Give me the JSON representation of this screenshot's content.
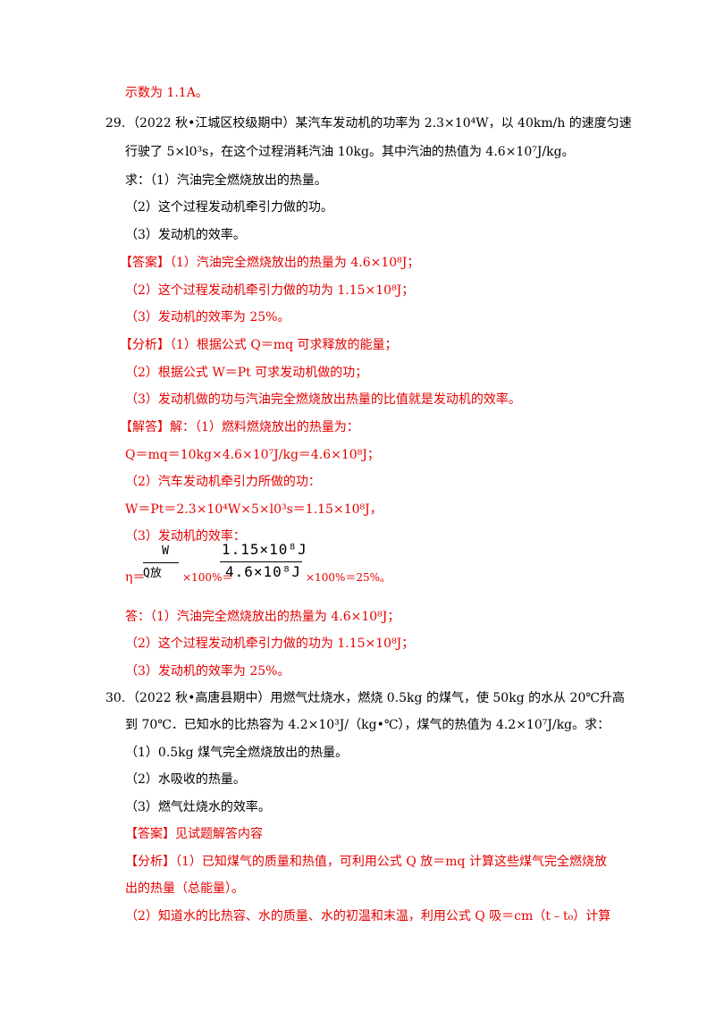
{
  "p1": {
    "text": "示数为 1.1A。"
  },
  "q29": {
    "num": "29.",
    "line1": "（2022 秋•江城区校级期中）某汽车发动机的功率为 2.3×10⁴W，以 40km/h 的速度匀速",
    "line2": "行驶了 5×l0³s，在这个过程消耗汽油 10kg。其中汽油的热值为 4.6×10⁷J/kg。",
    "ask": "求：（1）汽油完全燃烧放出的热量。",
    "ask2": "（2）这个过程发动机牵引力做的功。",
    "ask3": "（3）发动机的效率。"
  },
  "ans29": {
    "a1": "【答案】（1）汽油完全燃烧放出的热量为 4.6×10⁸J；",
    "a2": "（2）这个过程发动机牵引力做的功为 1.15×10⁸J；",
    "a3": "（3）发动机的效率为 25%。",
    "f1": "【分析】（1）根据公式 Q＝mq 可求释放的能量；",
    "f2": "（2）根据公式 W＝Pt 可求发动机做的功；",
    "f3": "（3）发动机做的功与汽油完全燃烧放出热量的比值就是发动机的效率。",
    "s1": "【解答】解：（1）燃料燃烧放出的热量为：",
    "s2": "Q＝mq＝10kg×4.6×10⁷J/kg＝4.6×10⁸J；",
    "s3": "（2）汽车发动机牵引力所做的功：",
    "s4": "W＝Pt＝2.3×10⁴W×5×l0³s＝1.15×10⁸J，",
    "s5": "（3）发动机的效率：",
    "eta_left": "η＝",
    "frac1_num": "W",
    "frac1_den": "Q放",
    "mid": "×100%＝",
    "frac2_num": "1.15×10⁸J",
    "frac2_den": "4.6×10⁸J",
    "end": "×100%＝25%。",
    "c1": "答：（1）汽油完全燃烧放出的热量为 4.6×10⁸J；",
    "c2": "（2）这个过程发动机牵引力做的功为 1.15×10⁸J；",
    "c3": "（3）发动机的效率为 25%。"
  },
  "q30": {
    "num": "30.",
    "line1": "（2022 秋•高唐县期中）用燃气灶烧水，燃烧 0.5kg 的煤气，使 50kg 的水从 20℃升高",
    "line2": "到 70℃．已知水的比热容为 4.2×10³J/（kg•℃），煤气的热值为 4.2×10⁷J/kg。求：",
    "ask1": "（1）0.5kg 煤气完全燃烧放出的热量。",
    "ask2": "（2）水吸收的热量。",
    "ask3": "（3）燃气灶烧水的效率。"
  },
  "ans30": {
    "a1": "【答案】见试题解答内容",
    "f1": "【分析】（1）已知煤气的质量和热值，可利用公式 Q 放＝mq 计算这些煤气完全燃烧放",
    "f1b": "出的热量（总能量）。",
    "f2": "（2）知道水的比热容、水的质量、水的初温和末温，利用公式 Q 吸＝cm（t﹣t₀）计算"
  }
}
